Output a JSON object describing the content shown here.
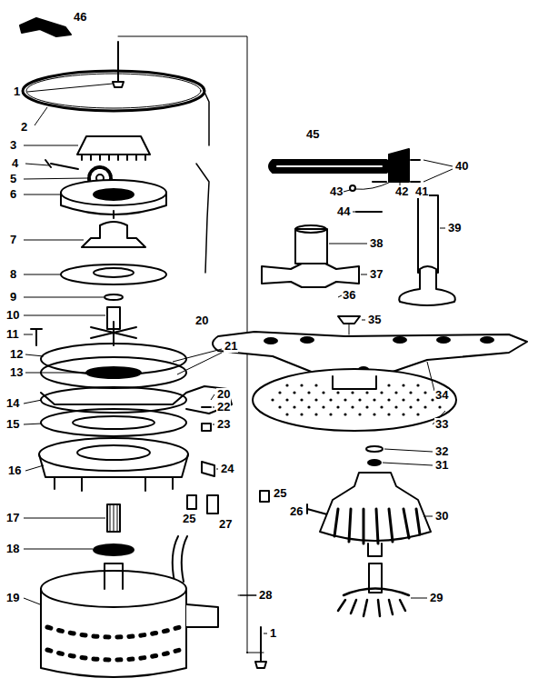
{
  "diagram": {
    "labels": [
      "46",
      "1",
      "2",
      "3",
      "4",
      "5",
      "6",
      "7",
      "8",
      "9",
      "10",
      "11",
      "12",
      "21",
      "13",
      "14",
      "15",
      "16",
      "17",
      "18",
      "19",
      "20",
      "20",
      "22",
      "23",
      "24",
      "25",
      "27",
      "25",
      "26",
      "28",
      "45",
      "43",
      "44",
      "42",
      "41",
      "40",
      "39",
      "38",
      "37",
      "36",
      "35",
      "34",
      "33",
      "32",
      "31",
      "30",
      "29",
      "1"
    ]
  }
}
